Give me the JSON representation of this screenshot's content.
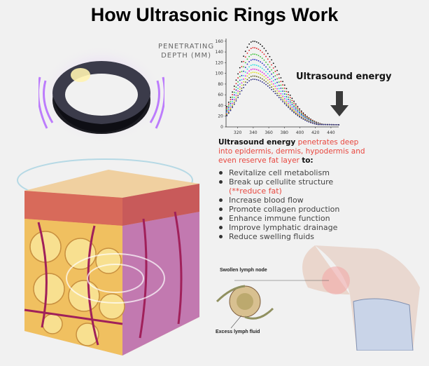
{
  "title": "How Ultrasonic Rings Work",
  "chart": {
    "ylabel_line1": "PENETRATING",
    "ylabel_line2": "DEPTH (MM)",
    "annotation": "Ultrasound energy"
  },
  "chart_data": {
    "type": "scatter",
    "xlim": [
      305,
      450
    ],
    "ylim": [
      0,
      165
    ],
    "xticks": [
      320,
      340,
      360,
      380,
      400,
      420,
      440
    ],
    "yticks": [
      0,
      20,
      40,
      60,
      80,
      100,
      120,
      140,
      160
    ],
    "series": [
      {
        "color": "#000000",
        "peak": 160
      },
      {
        "color": "#e02020",
        "peak": 148
      },
      {
        "color": "#30c030",
        "peak": 136
      },
      {
        "color": "#2020c0",
        "peak": 126
      },
      {
        "color": "#20e0e0",
        "peak": 116
      },
      {
        "color": "#e020e0",
        "peak": 108
      },
      {
        "color": "#e0e020",
        "peak": 102
      },
      {
        "color": "#606020",
        "peak": 95
      },
      {
        "color": "#202080",
        "peak": 89
      }
    ]
  },
  "description": {
    "lead": "Ultrasound energy",
    "highlight": "penetrates deep into epidermis, dermis, hypodermis and even reserve fat layer",
    "tail": "to:"
  },
  "benefits": [
    "Revitalize cell metabolism",
    "Break up cellulite structure",
    "Increase blood flow",
    "Promote collagen production",
    "Enhance immune function",
    "Improve lymphatic drainage",
    "Reduce swelling fluids"
  ],
  "benefit_note": "(**reduce fat)",
  "illustration": {
    "label_node": "Swollen lymph node",
    "label_fluid": "Excess lymph fluid"
  }
}
